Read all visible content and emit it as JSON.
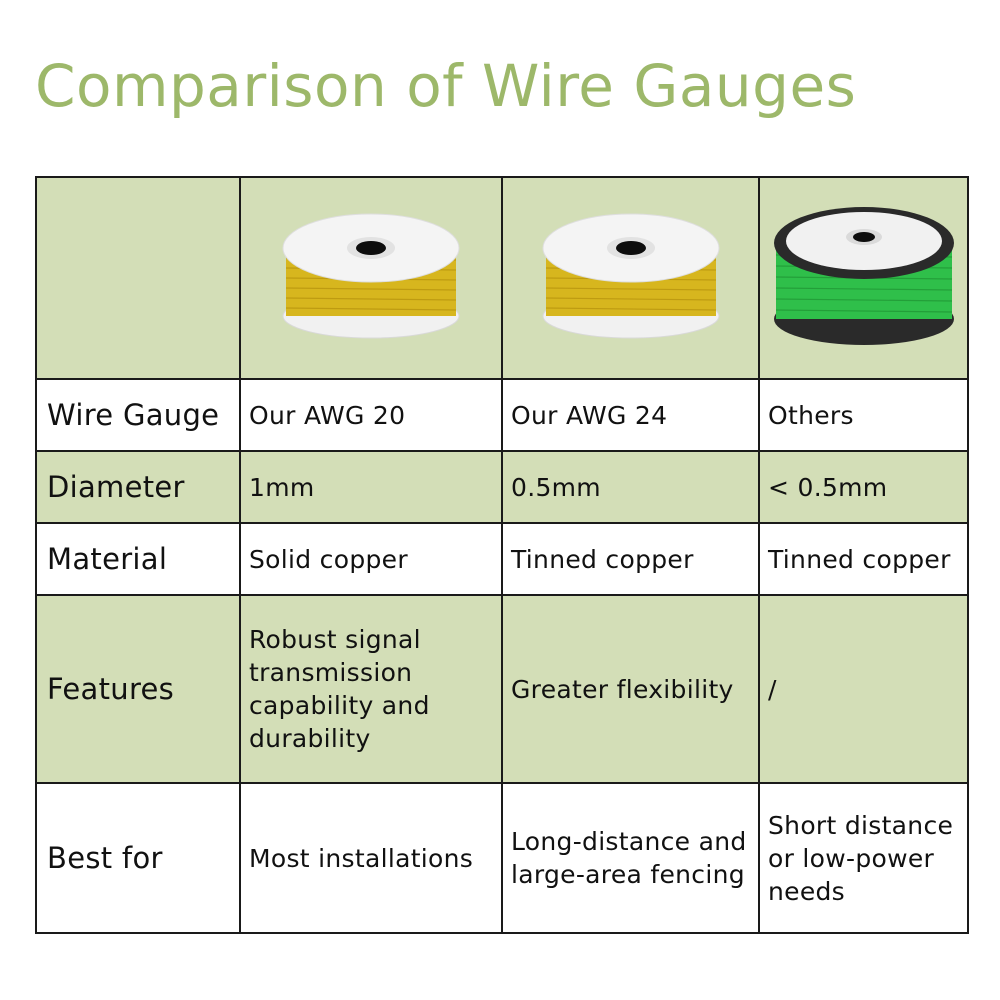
{
  "title": "Comparison of Wire Gauges",
  "colors": {
    "title": "#9db86a",
    "row_green": "#d3deb7",
    "row_white": "#ffffff",
    "border": "#1a1a1a",
    "spool_yellow": "#d7b61e",
    "spool_green": "#2fbf4a",
    "spool_flange_white": "#f1f1f1",
    "spool_flange_black": "#2a2a2a"
  },
  "images": [
    {
      "name": "yellow-wire-spool",
      "wire_color": "#d7b61e",
      "flange": "white"
    },
    {
      "name": "yellow-wire-spool",
      "wire_color": "#d7b61e",
      "flange": "white"
    },
    {
      "name": "green-wire-spool",
      "wire_color": "#2fbf4a",
      "flange": "black"
    }
  ],
  "rows": [
    {
      "label": "Wire Gauge",
      "cells": [
        "Our AWG 20",
        "Our AWG 24",
        "Others"
      ]
    },
    {
      "label": "Diameter",
      "cells": [
        "1mm",
        "0.5mm",
        "< 0.5mm"
      ]
    },
    {
      "label": "Material",
      "cells": [
        "Solid copper",
        "Tinned copper",
        "Tinned copper"
      ]
    },
    {
      "label": "Features",
      "cells": [
        "Robust signal transmission capability and durability",
        "Greater flexibility",
        "/"
      ]
    },
    {
      "label": "Best for",
      "cells": [
        "Most installations",
        "Long-distance and large-area fencing",
        "Short distance or low-power needs"
      ]
    }
  ]
}
